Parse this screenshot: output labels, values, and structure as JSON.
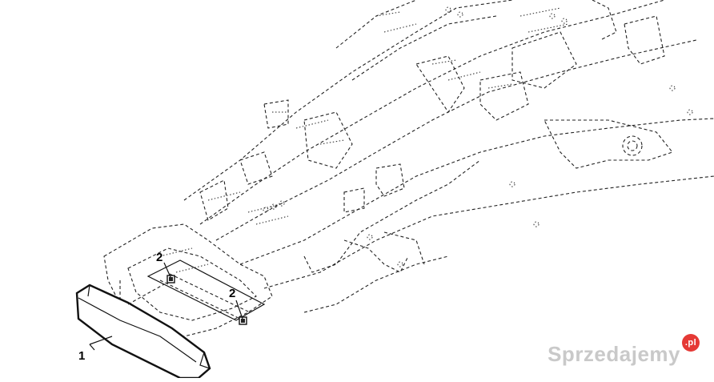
{
  "callouts": {
    "part_1": "1",
    "part_2a": "2",
    "part_2b": "2"
  },
  "watermark": {
    "text": "Sprzedajemy",
    "badge": ".pl"
  }
}
